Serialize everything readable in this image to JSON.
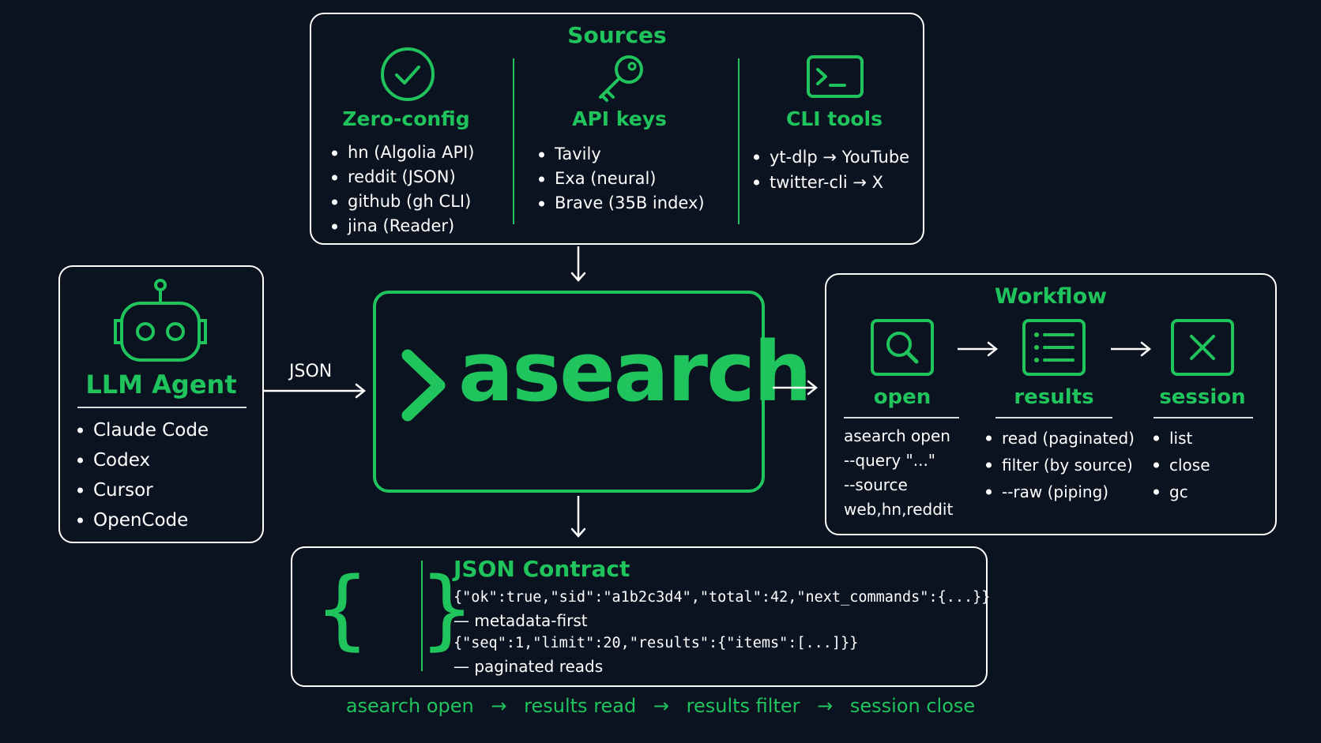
{
  "sources": {
    "title": "Sources",
    "columns": [
      {
        "icon": "check-circle-icon",
        "label": "Zero-config",
        "items": [
          "hn (Algolia API)",
          "reddit (JSON)",
          "github (gh CLI)",
          "jina (Reader)"
        ]
      },
      {
        "icon": "key-icon",
        "label": "API keys",
        "items": [
          "Tavily",
          "Exa (neural)",
          "Brave (35B index)"
        ]
      },
      {
        "icon": "terminal-icon",
        "label": "CLI tools",
        "items": [
          "yt-dlp → YouTube",
          "twitter-cli → X"
        ]
      }
    ]
  },
  "agent": {
    "icon": "robot-icon",
    "title": "LLM Agent",
    "items": [
      "Claude Code",
      "Codex",
      "Cursor",
      "OpenCode"
    ]
  },
  "edge_label": "JSON",
  "core": {
    "prompt": ">",
    "name": "asearch"
  },
  "workflow": {
    "title": "Workflow",
    "steps": [
      {
        "icon": "search-icon",
        "label": "open",
        "lines": [
          "asearch open",
          "--query \"...\"",
          "--source",
          "web,hn,reddit"
        ]
      },
      {
        "icon": "list-icon",
        "label": "results",
        "items": [
          "read (paginated)",
          "filter (by source)",
          "--raw (piping)"
        ]
      },
      {
        "icon": "close-x-icon",
        "label": "session",
        "items": [
          "list",
          "close",
          "gc"
        ]
      }
    ]
  },
  "contract": {
    "icon": "braces-icon",
    "title": "JSON Contract",
    "lines": [
      "{\"ok\":true,\"sid\":\"a1b2c3d4\",\"total\":42,\"next_commands\":{...}}",
      "— metadata-first",
      "{\"seq\":1,\"limit\":20,\"results\":{\"items\":[...]}}",
      "— paginated reads"
    ]
  },
  "pipeline": [
    "asearch open",
    "results read",
    "results filter",
    "session close"
  ],
  "colors": {
    "accent": "#1fc45c",
    "background": "#0b1220",
    "border": "#ffffff"
  }
}
